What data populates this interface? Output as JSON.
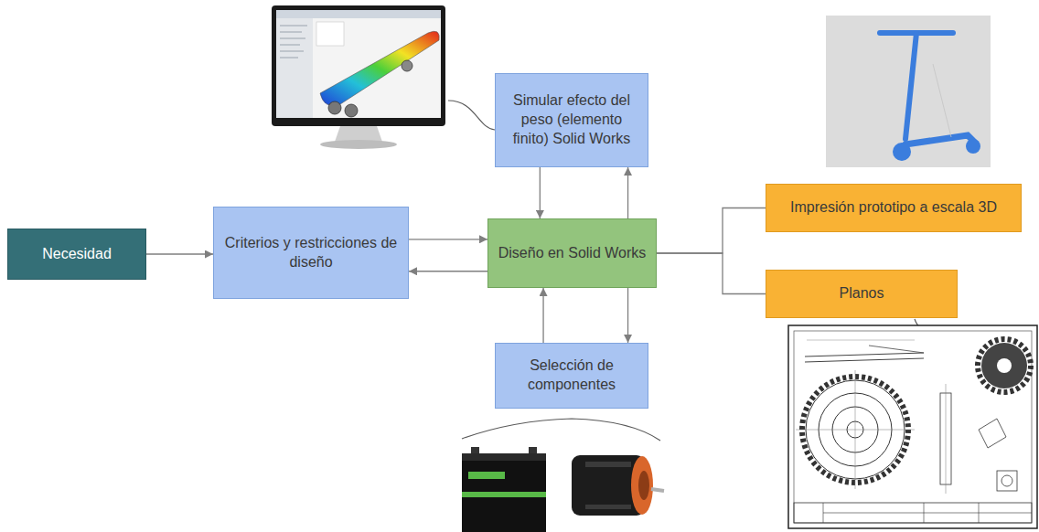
{
  "diagram": {
    "nodes": [
      {
        "text": [
          "Necesidad"
        ]
      },
      {
        "text": [
          "Criterios y restricciones de diseño"
        ]
      },
      {
        "text": [
          "Simular efecto del peso (elemento finito) Solid Works"
        ]
      },
      {
        "text": [
          "Diseño en Solid Works"
        ]
      },
      {
        "text": [
          "Selección de componentes"
        ]
      },
      {
        "text": [
          "Impresión prototipo a escala 3D"
        ]
      },
      {
        "text": [
          "Planos"
        ]
      }
    ],
    "edges": [
      {
        "from": 0,
        "to": 1,
        "arrow": "to"
      },
      {
        "from": 1,
        "to": 3,
        "arrow": "to"
      },
      {
        "from": 3,
        "to": 1,
        "arrow": "to"
      },
      {
        "from": 2,
        "to": 3,
        "arrow": "to"
      },
      {
        "from": 3,
        "to": 2,
        "arrow": "to"
      },
      {
        "from": 3,
        "to": 4,
        "arrow": "to"
      },
      {
        "from": 4,
        "to": 3,
        "arrow": "to"
      },
      {
        "from": 3,
        "to": 5,
        "arrow": "none"
      },
      {
        "from": 3,
        "to": 6,
        "arrow": "none"
      }
    ]
  }
}
